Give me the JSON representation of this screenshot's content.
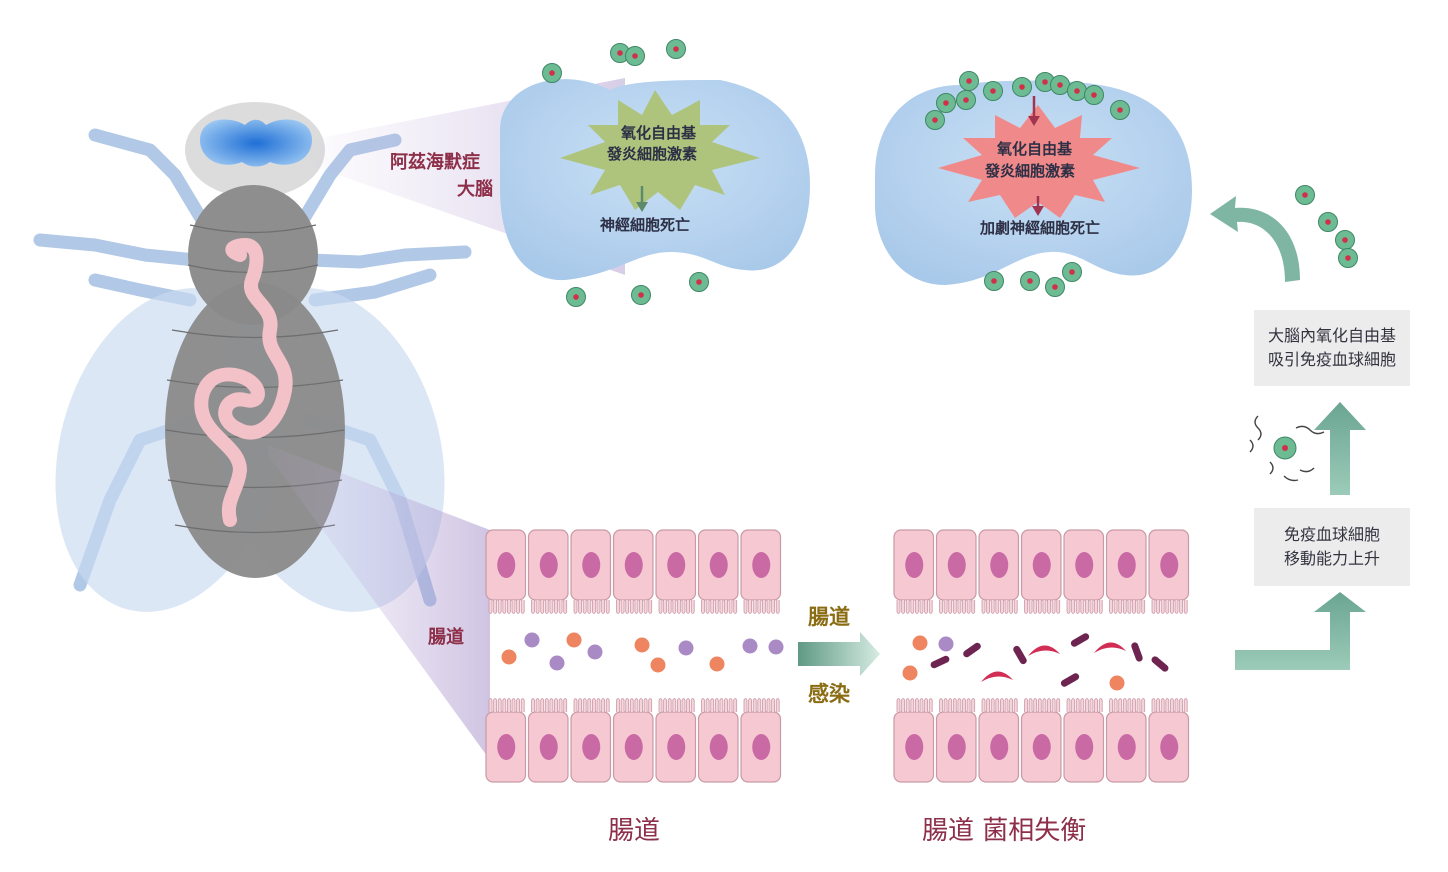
{
  "fly": {
    "disease_brain_label": "阿茲海默症",
    "brain_label": "大腦",
    "gut_label": "腸道"
  },
  "brain_normal": {
    "burst_line1": "氧化自由基",
    "burst_line2": "發炎細胞激素",
    "result": "神經細胞死亡"
  },
  "brain_infected": {
    "burst_line1": "氧化自由基",
    "burst_line2": "發炎細胞激素",
    "result": "加劇神經細胞死亡"
  },
  "transition": {
    "line1": "腸道",
    "line2": "感染"
  },
  "gut_normal": {
    "caption": "腸道"
  },
  "gut_dysbiosis": {
    "caption": "腸道 菌相失衡"
  },
  "steps": {
    "immune_mobility_line1": "免疫血球細胞",
    "immune_mobility_line2": "移動能力上升",
    "brain_attract_line1": "大腦內氧化自由基",
    "brain_attract_line2": "吸引免疫血球細胞"
  },
  "colors": {
    "maroon_text": "#8e2f4a",
    "olive_text": "#8a6d12",
    "brain_blue": "#b6d3ef",
    "burst_green": "#aac47a",
    "burst_red": "#f08a8a",
    "cell_pink": "#f5c8d2",
    "nucleus_magenta": "#c96aa4",
    "arrow_teal": "#7fb5a3",
    "hemocyte_green": "#6dbb93"
  }
}
